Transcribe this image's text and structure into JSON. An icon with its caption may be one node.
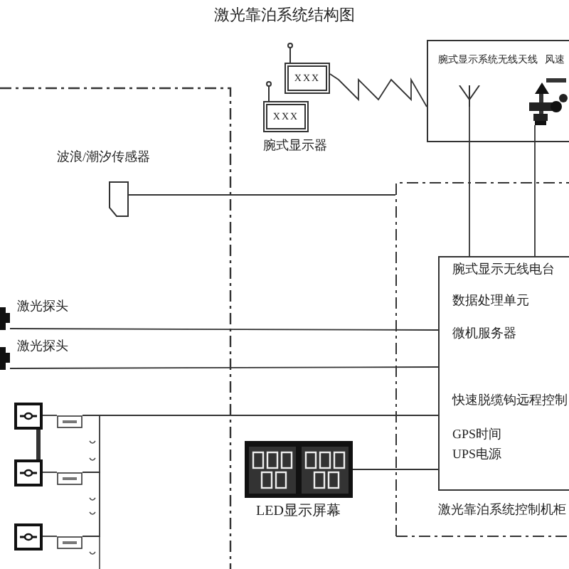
{
  "diagram": {
    "title": "激光靠泊系统结构图",
    "nodes": [
      {
        "text": [
          "XXX"
        ]
      },
      {
        "text": [
          "XXX"
        ],
        "beside": [
          "腕式显示器"
        ]
      },
      {
        "text": [
          "腕式显示系统无线天线",
          "风速"
        ]
      },
      {
        "text": [],
        "shape": "antenna",
        "in": 2
      },
      {
        "text": [],
        "shape": "picture",
        "in": 2
      },
      {
        "text": [
          "波浪/潮汐传感器"
        ]
      },
      {
        "text": [
          "激光靠泊系统控制机柜"
        ]
      },
      {
        "text": [
          "腕式显示无线电台",
          "数据处理单元",
          "微机服务器",
          "快速脱缆钩远程控制",
          "GPS时间",
          "UPS电源"
        ],
        "in": 6
      },
      {
        "text": [
          "激光探头"
        ]
      },
      {
        "text": [
          "激光探头"
        ]
      },
      {
        "text": [],
        "shape": "box"
      },
      {
        "text": [],
        "shape": "box"
      },
      {
        "text": [],
        "shape": "box"
      },
      {
        "text": [],
        "shape": "box"
      },
      {
        "text": [],
        "shape": "box"
      },
      {
        "text": [],
        "shape": "box"
      },
      {
        "text": [
          "LED显示屏幕"
        ]
      }
    ],
    "edges": [
      {
        "from": 0,
        "to": 2,
        "arrow": "none"
      },
      {
        "from": 3,
        "to": 7,
        "arrow": "none"
      },
      {
        "from": 4,
        "to": 7,
        "arrow": "none"
      },
      {
        "from": 5,
        "to": 6,
        "arrow": "none"
      },
      {
        "from": 8,
        "to": 7,
        "arrow": "none"
      },
      {
        "from": 9,
        "to": 7,
        "arrow": "none"
      },
      {
        "from": 10,
        "to": 13,
        "arrow": "none"
      },
      {
        "from": 11,
        "to": 14,
        "arrow": "none"
      },
      {
        "from": 12,
        "to": 15,
        "arrow": "none"
      },
      {
        "from": 10,
        "to": 11,
        "arrow": "none",
        "style": "thick"
      },
      {
        "from": 13,
        "to": 7,
        "arrow": "none"
      },
      {
        "from": 16,
        "to": 7,
        "arrow": "none"
      },
      {
        "from": 13,
        "to": 14,
        "arrow": "none"
      },
      {
        "from": 14,
        "to": 15,
        "arrow": "none"
      }
    ]
  }
}
